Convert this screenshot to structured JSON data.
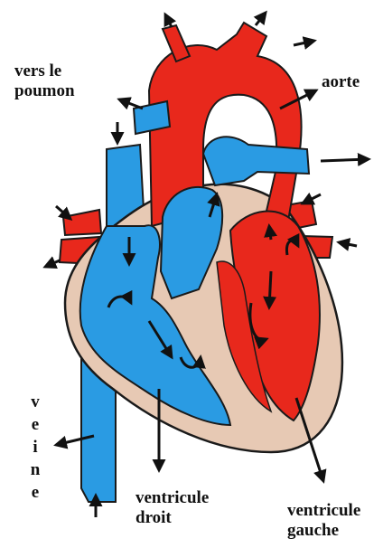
{
  "labels": {
    "lung_line1": "vers le",
    "lung_line2": "poumon",
    "aorta": "aorte",
    "vein_letters": [
      "v",
      "e",
      "i",
      "n",
      "e"
    ],
    "right_ventricle_line1": "ventricule",
    "right_ventricle_line2": "droit",
    "left_ventricle_line1": "ventricule",
    "left_ventricle_line2": "gauche"
  },
  "colors": {
    "oxygenated_blood": "#e8281c",
    "deoxygenated_blood": "#2a9be3",
    "heart_wall": "#e7c9b4",
    "outline": "#1a1a1a",
    "arrow": "#111111"
  }
}
